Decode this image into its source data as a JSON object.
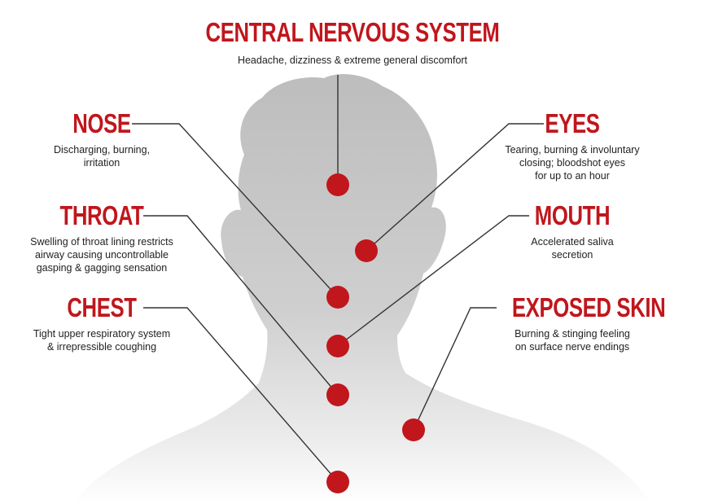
{
  "colors": {
    "accent": "#c0161c",
    "text": "#222222",
    "silhouette": "#c9c9c9",
    "leader_line": "#333333"
  },
  "labels": {
    "cns": {
      "title": "CENTRAL NERVOUS SYSTEM",
      "desc": "Headache, dizziness & extreme general discomfort"
    },
    "nose": {
      "title": "NOSE",
      "desc": "Discharging, burning,\nirritation"
    },
    "throat": {
      "title": "THROAT",
      "desc": "Swelling of throat lining restricts\nairway causing uncontrollable\ngasping & gagging sensation"
    },
    "chest": {
      "title": "CHEST",
      "desc": "Tight upper respiratory system\n& irrepressible coughing"
    },
    "eyes": {
      "title": "EYES",
      "desc": "Tearing, burning & involuntary\nclosing; bloodshot eyes\nfor up to an hour"
    },
    "mouth": {
      "title": "MOUTH",
      "desc": "Accelerated saliva\nsecretion"
    },
    "skin": {
      "title": "EXPOSED SKIN",
      "desc": "Burning & stinging feeling\non surface nerve endings"
    }
  }
}
